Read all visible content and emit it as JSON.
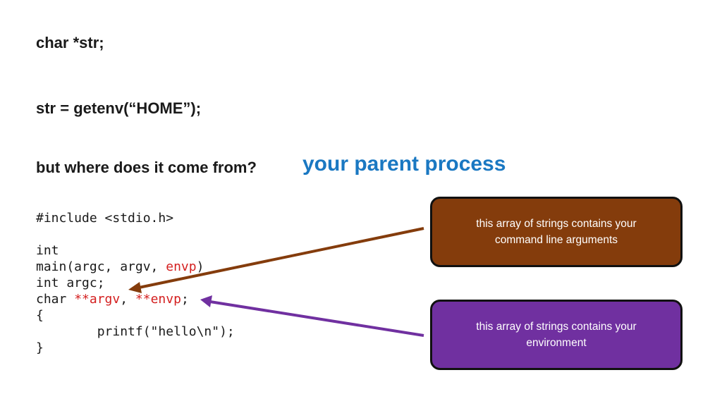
{
  "lines": {
    "decl": "char *str;",
    "call": "str = getenv(“HOME”);",
    "question": "but where does it come from?",
    "answer": "your parent process"
  },
  "code": {
    "include": "#include <stdio.h>",
    "blank": "",
    "ret_type": "int",
    "sig_prefix": "main(argc, argv, ",
    "sig_envp": "envp",
    "sig_suffix": ")",
    "argc_decl": "int argc;",
    "char_prefix": "char ",
    "char_argv": "**argv",
    "char_sep": ", ",
    "char_envp": "**envp",
    "char_suffix": ";",
    "open_brace": "{",
    "printf": "        printf(\"hello\\n\");",
    "close_brace": "}"
  },
  "callouts": {
    "args": {
      "text": "this array of strings contains your command line arguments",
      "color": "#843c0c"
    },
    "env": {
      "text": "this array of strings contains your environment",
      "color": "#7030a0"
    }
  },
  "colors": {
    "answer": "#1a78c2",
    "highlight": "#d42020"
  }
}
